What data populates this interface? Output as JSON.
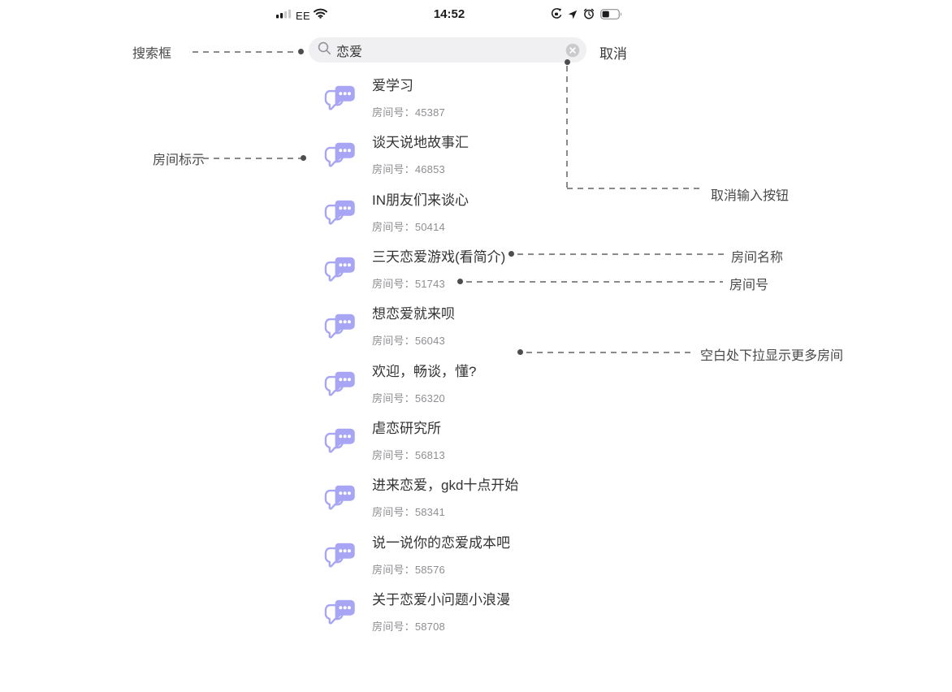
{
  "status_bar": {
    "carrier": "EE",
    "time": "14:52"
  },
  "search": {
    "query": "恋爱",
    "cancel_label": "取消"
  },
  "room_list": {
    "number_label": "房间号：",
    "rooms": [
      {
        "title": "爱学习",
        "number": "45387"
      },
      {
        "title": "谈天说地故事汇",
        "number": "46853"
      },
      {
        "title": "IN朋友们来谈心",
        "number": "50414"
      },
      {
        "title": "三天恋爱游戏(看简介)",
        "number": "51743"
      },
      {
        "title": "想恋爱就来呗",
        "number": "56043"
      },
      {
        "title": "欢迎，畅谈，懂?",
        "number": "56320"
      },
      {
        "title": "虐恋研究所",
        "number": "56813"
      },
      {
        "title": "进来恋爱，gkd十点开始",
        "number": "58341"
      },
      {
        "title": "说一说你的恋爱成本吧",
        "number": "58576"
      },
      {
        "title": "关于恋爱小问题小浪漫",
        "number": "58708"
      }
    ]
  },
  "annotations": {
    "search_box": "搜索框",
    "room_icon": "房间标示",
    "cancel_input_button": "取消输入按钮",
    "room_name": "房间名称",
    "room_number": "房间号",
    "pull_down_more": "空白处下拉显示更多房间"
  },
  "colors": {
    "accent_purple": "#A7A5F4",
    "title_text": "#333333",
    "secondary_text": "#8E8E93",
    "annotation_text": "#4A4A4A",
    "search_field_bg": "#F0F0F2"
  }
}
